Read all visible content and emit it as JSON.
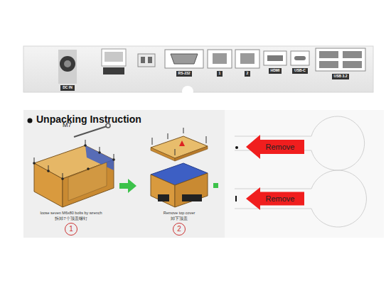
{
  "diagram": {
    "title": "Unpacking Instruction",
    "nodes": [
      {
        "text": [
          "1"
        ]
      },
      {
        "text": [
          "2"
        ]
      },
      {
        "text": [
          "Remove"
        ]
      },
      {
        "text": [
          "Remove"
        ]
      }
    ],
    "labels": [
      "DC IN",
      "RS-232",
      "1",
      "2",
      "HDMI",
      "USB-C",
      "USB 3.2",
      "M7",
      "loose seven M6x80 bolts by wrench",
      "拆卸7个顶盖螺钉",
      "Remove top cover",
      "卸下顶盖"
    ]
  }
}
